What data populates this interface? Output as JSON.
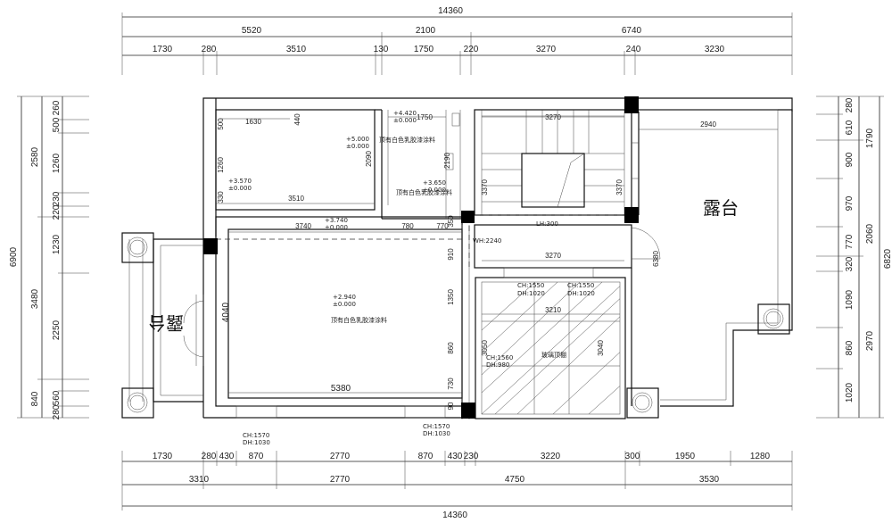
{
  "top_dims": {
    "overall": "14360",
    "row2": [
      "5520",
      "2100",
      "6740"
    ],
    "row3": [
      "1730",
      "280",
      "3510",
      "130",
      "1750",
      "220",
      "3270",
      "240",
      "3230"
    ]
  },
  "bottom_dims": {
    "overall": "14360",
    "row2": [
      "3310",
      "2770",
      "4750",
      "3530"
    ],
    "row3": [
      "1730",
      "280",
      "430",
      "870",
      "2770",
      "870",
      "430",
      "230",
      "3220",
      "300",
      "1950",
      "1280"
    ]
  },
  "left_dims": {
    "overall": "6900",
    "row2": [
      "2580",
      "3480",
      "840"
    ],
    "row3": [
      "500",
      "260",
      "1260",
      "230",
      "220",
      "1230",
      "2250",
      "560",
      "280"
    ]
  },
  "right_dims": {
    "overall": "6820",
    "row2": [
      "1790",
      "2060",
      "2970"
    ],
    "row3": [
      "280",
      "610",
      "900",
      "970",
      "770",
      "320",
      "1090",
      "860",
      "1020"
    ]
  },
  "labels": {
    "terrace_right": "露台",
    "terrace_left": "露台",
    "ceiling_paint_1": "顶有白色乳胶漆涂料",
    "ceiling_paint_2": "顶有白色乳胶漆涂料",
    "ceiling_paint_3": "顶有白色乳胶漆涂料",
    "glass_floor": "玻璃顶棚"
  },
  "elevations": {
    "e1_top": "+5.000",
    "e1_bot": "±0.000",
    "e2_top": "+4.420",
    "e2_bot": "±0.000",
    "e3_top": "+3.570",
    "e3_bot": "±0.000",
    "e4_top": "+3.650",
    "e4_bot": "±0.000",
    "e5_top": "+3.740",
    "e5_bot": "±0.000",
    "e6_top": "+2.940",
    "e6_bot": "±0.000"
  },
  "inner_dims": {
    "d1630": "1630",
    "d440": "440",
    "d500": "500",
    "d1260": "1260",
    "d2090": "2090",
    "d3510": "3510",
    "d330": "330",
    "d1750": "1750",
    "d3270_top": "3270",
    "d2190": "2190",
    "d3370_l": "3370",
    "d3370_r": "3370",
    "d2940": "2940",
    "d3740": "3740",
    "d780": "780",
    "d770": "770",
    "d350": "350",
    "d910": "910",
    "d1350": "1350",
    "d860": "860",
    "d730": "730",
    "d90": "90",
    "d4040": "4040",
    "d5380": "5380",
    "d3270_mid": "3270",
    "d3210": "3210",
    "d3050": "3050",
    "d3040": "3040",
    "d6380": "6380"
  },
  "window_notes": {
    "lh": "LH:300",
    "wh": "WH:2240",
    "w1a": "CH:1550",
    "w1b": "DH:1020",
    "w2a": "CH:1550",
    "w2b": "DH:1020",
    "w3a": "CH:1560",
    "w3b": "DH:980",
    "w4a": "CH:1570",
    "w4b": "DH:1030",
    "w5a": "CH:1570",
    "w5b": "DH:1030"
  }
}
